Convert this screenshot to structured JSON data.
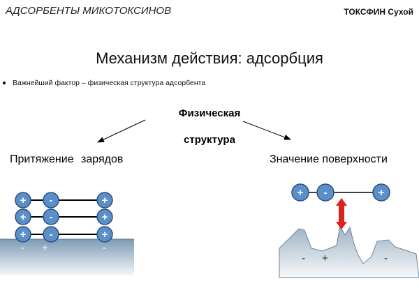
{
  "header": {
    "left": "АДСОРБЕНТЫ МИКОТОКСИНОВ",
    "right": "ТОКСФИН Сухой"
  },
  "title": "Механизм действия: адсорбция",
  "bullet": "Важнейший фактор – физическая структура адсорбента",
  "center": {
    "line1": "Физическая",
    "line2": "структура"
  },
  "left_panel": {
    "label": "Притяжение зарядов",
    "rows": [
      [
        "+",
        "-",
        "+"
      ],
      [
        "+",
        "-",
        "+"
      ],
      [
        "+",
        "-",
        "+"
      ]
    ],
    "surface_charges": [
      "-",
      "+",
      "-"
    ]
  },
  "right_panel": {
    "label": "Значение поверхности",
    "molecule": [
      "+",
      "-",
      "+"
    ],
    "surface_charges": [
      "-",
      "+",
      "-"
    ]
  },
  "colors": {
    "circle_fill": "#5b8fc9",
    "circle_stroke": "#2a4f7e",
    "arrow": "#e0201c",
    "surface_top": "#8fa8bd",
    "surface_bottom": "#f4f7fa"
  }
}
